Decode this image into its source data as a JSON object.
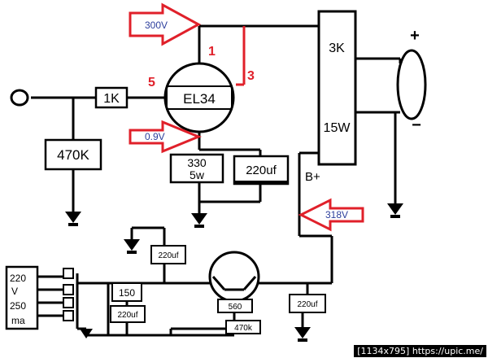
{
  "labels": {
    "r1k": "1K",
    "r470k": "470K",
    "tube": "EL34",
    "r330": "330",
    "r330_power": "5w",
    "c220": "220uf",
    "transformer_top": "3K",
    "transformer_bottom": "15W",
    "bplus": "B+",
    "plus": "+",
    "minus": "−",
    "pin1": "1",
    "pin3": "3",
    "pin5": "5",
    "supply_line1": "220",
    "supply_line2": "V",
    "supply_line3": "250",
    "supply_line4": "ma",
    "r150": "150",
    "c220_psu_top": "220uf",
    "c220_psu_left": "220uf",
    "c220_psu_right": "220uf",
    "r560": "560",
    "r470k_psu": "470k"
  },
  "voltages": {
    "plate": "300V",
    "cathode": "0.9V",
    "bplus": "318V"
  },
  "watermark": "[1134x795] https://upic.me/",
  "colors": {
    "arrow": "#e0202a",
    "voltage_text": "#2c3e9c",
    "pin_text": "#e0202a",
    "wire": "#000000"
  }
}
